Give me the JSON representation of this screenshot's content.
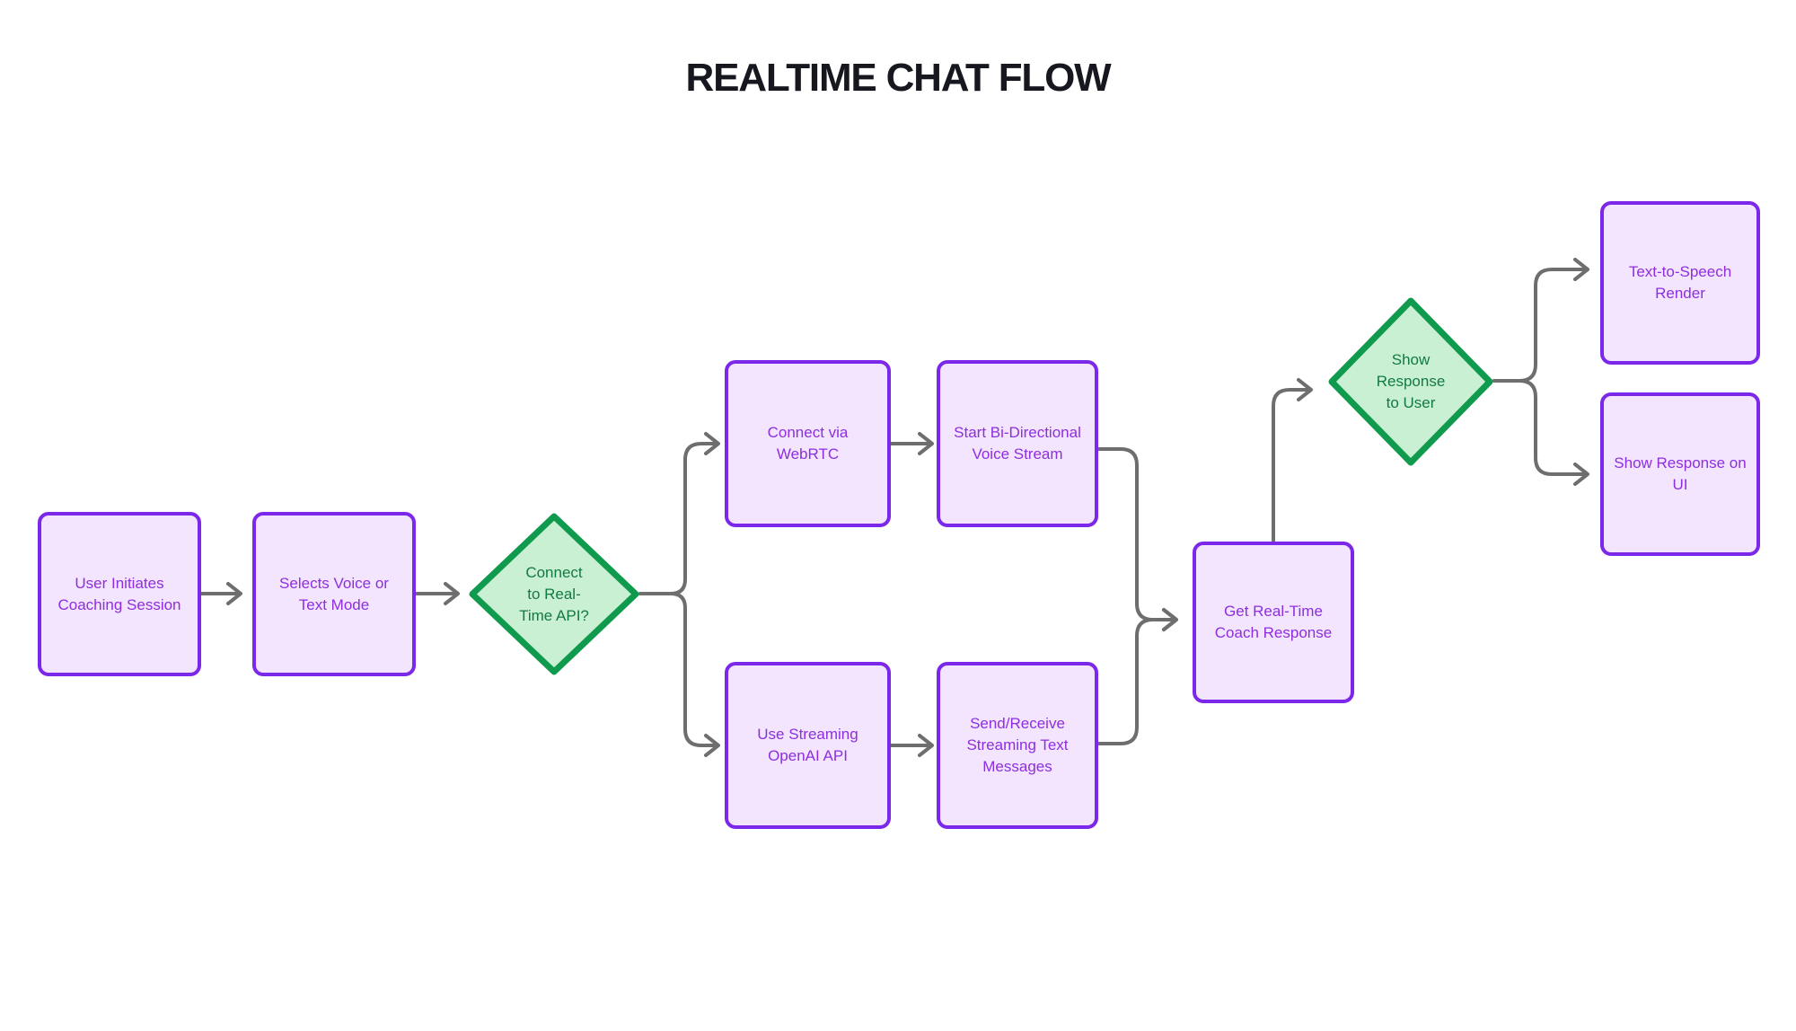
{
  "diagram": {
    "title": "REALTIME CHAT FLOW",
    "type": "flowchart",
    "direction": "left-to-right",
    "colors": {
      "process_fill": "#f2e5fd",
      "process_border": "#7c28ea",
      "process_text": "#8e2ee0",
      "decision_fill": "#caf0d3",
      "decision_border": "#0f9a4e",
      "decision_text": "#117a43",
      "connector": "#6e6e6e",
      "title_text": "#17181f",
      "background": "#ffffff"
    },
    "nodes": [
      {
        "id": "n1",
        "shape": "process",
        "label": "User Initiates\nCoaching Session"
      },
      {
        "id": "n2",
        "shape": "process",
        "label": "Selects Voice or\nText Mode"
      },
      {
        "id": "d1",
        "shape": "decision",
        "label": "Connect\nto Real-\nTime API?"
      },
      {
        "id": "n3",
        "shape": "process",
        "label": "Connect via\nWebRTC"
      },
      {
        "id": "n4",
        "shape": "process",
        "label": "Start Bi-Directional\nVoice Stream"
      },
      {
        "id": "n5",
        "shape": "process",
        "label": "Use Streaming\nOpenAI API"
      },
      {
        "id": "n6",
        "shape": "process",
        "label": "Send/Receive\nStreaming Text\nMessages"
      },
      {
        "id": "n7",
        "shape": "process",
        "label": "Get Real-Time\nCoach Response"
      },
      {
        "id": "d2",
        "shape": "decision",
        "label": "Show\nResponse\nto User"
      },
      {
        "id": "n8",
        "shape": "process",
        "label": "Text-to-Speech\nRender"
      },
      {
        "id": "n9",
        "shape": "process",
        "label": "Show Response on\nUI"
      }
    ],
    "edges": [
      {
        "from": "n1",
        "to": "n2",
        "style": "straight-arrow"
      },
      {
        "from": "n2",
        "to": "d1",
        "style": "straight-arrow"
      },
      {
        "from": "d1",
        "to": "n3",
        "style": "branch-up-arrow"
      },
      {
        "from": "d1",
        "to": "n5",
        "style": "branch-down-arrow"
      },
      {
        "from": "n3",
        "to": "n4",
        "style": "straight-arrow"
      },
      {
        "from": "n5",
        "to": "n6",
        "style": "straight-arrow"
      },
      {
        "from": "n4",
        "to": "n7",
        "style": "merge-down-arrow"
      },
      {
        "from": "n6",
        "to": "n7",
        "style": "merge-up-arrow"
      },
      {
        "from": "n7",
        "to": "d2",
        "style": "up-then-right-arrow"
      },
      {
        "from": "d2",
        "to": "n8",
        "style": "branch-up-arrow"
      },
      {
        "from": "d2",
        "to": "n9",
        "style": "branch-down-arrow"
      }
    ]
  }
}
